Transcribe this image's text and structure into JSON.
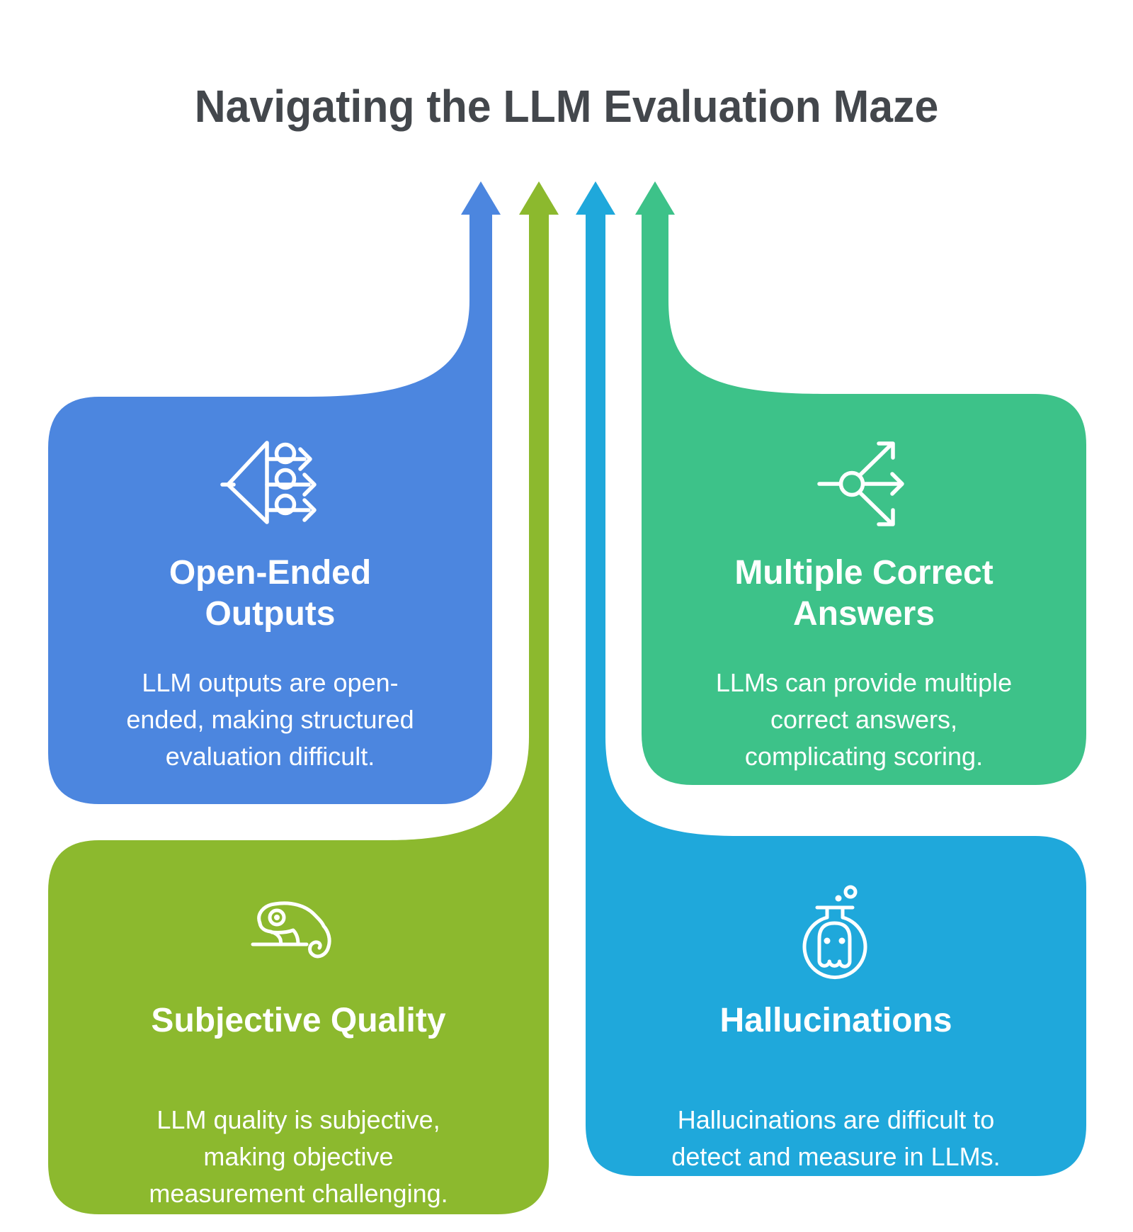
{
  "title": "Navigating the LLM Evaluation Maze",
  "colors": {
    "blue": "#4C86DF",
    "olive": "#8CB92E",
    "cyan": "#1FA8DB",
    "green": "#3DC289",
    "title_text": "#43474C",
    "card_text": "#FFFFFF",
    "background": "#FFFFFF"
  },
  "cards": [
    {
      "id": "open-ended-outputs",
      "icon": "split-outputs-icon",
      "color": "#4C86DF",
      "heading_line1": "Open-Ended",
      "heading_line2": "Outputs",
      "body_line1": "LLM outputs are open-",
      "body_line2": "ended, making structured",
      "body_line3": "evaluation difficult."
    },
    {
      "id": "multiple-correct-answers",
      "icon": "branching-arrows-icon",
      "color": "#3DC289",
      "heading_line1": "Multiple Correct",
      "heading_line2": "Answers",
      "body_line1": "LLMs can provide multiple",
      "body_line2": "correct answers,",
      "body_line3": "complicating scoring."
    },
    {
      "id": "subjective-quality",
      "icon": "chameleon-icon",
      "color": "#8CB92E",
      "heading_line1": "Subjective Quality",
      "body_line1": "LLM quality is subjective,",
      "body_line2": "making objective",
      "body_line3": "measurement challenging."
    },
    {
      "id": "hallucinations",
      "icon": "flask-ghost-icon",
      "color": "#1FA8DB",
      "body_line1": "Hallucinations are difficult to",
      "body_line2": "detect and measure in LLMs.",
      "heading_line1": "Hallucinations"
    }
  ]
}
